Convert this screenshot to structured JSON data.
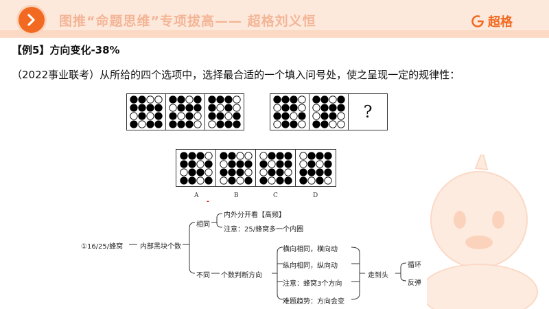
{
  "header": {
    "title": "图推“命题思维”专项拔高—— 超格刘义恒",
    "logo_text": "超格",
    "icons": [
      "chevron-right-icon",
      "logo-icon"
    ]
  },
  "example": {
    "title": "【例5】方向变化-38%",
    "question": "（2022事业联考）从所给的四个选项中，选择最合适的一个填入问号处，使之呈现一定的规律性："
  },
  "puzzle": {
    "question_mark": "?",
    "option_labels": [
      "A",
      "B",
      "C",
      "D"
    ],
    "answer_mark": "✓",
    "row1": [
      [
        [
          1,
          1,
          0,
          0
        ],
        [
          1,
          1,
          1,
          1
        ],
        [
          0,
          1,
          0,
          1
        ],
        [
          1,
          0,
          1,
          1
        ]
      ],
      [
        [
          1,
          1,
          0,
          1
        ],
        [
          0,
          1,
          1,
          1
        ],
        [
          1,
          0,
          1,
          0
        ],
        [
          1,
          1,
          1,
          0
        ]
      ],
      [
        [
          1,
          1,
          1,
          0
        ],
        [
          1,
          0,
          1,
          0
        ],
        [
          1,
          1,
          0,
          1
        ],
        [
          0,
          1,
          1,
          1
        ]
      ]
    ],
    "row2": [
      [
        [
          1,
          1,
          1,
          0
        ],
        [
          0,
          1,
          1,
          0
        ],
        [
          1,
          1,
          0,
          1
        ],
        [
          0,
          1,
          1,
          0
        ]
      ],
      [
        [
          1,
          1,
          0,
          1
        ],
        [
          0,
          1,
          1,
          1
        ],
        [
          0,
          1,
          1,
          0
        ],
        [
          1,
          1,
          0,
          0
        ]
      ]
    ],
    "options": [
      [
        [
          1,
          1,
          1,
          0
        ],
        [
          1,
          1,
          0,
          1
        ],
        [
          0,
          1,
          1,
          0
        ],
        [
          1,
          1,
          0,
          1
        ]
      ],
      [
        [
          1,
          1,
          0,
          0
        ],
        [
          0,
          1,
          1,
          1
        ],
        [
          1,
          1,
          1,
          0
        ],
        [
          0,
          1,
          0,
          1
        ]
      ],
      [
        [
          0,
          1,
          1,
          1
        ],
        [
          1,
          0,
          1,
          1
        ],
        [
          0,
          1,
          1,
          0
        ],
        [
          1,
          0,
          1,
          1
        ]
      ],
      [
        [
          0,
          1,
          1,
          1
        ],
        [
          0,
          1,
          0,
          1
        ],
        [
          1,
          1,
          1,
          1
        ],
        [
          1,
          0,
          1,
          0
        ]
      ]
    ]
  },
  "mindmap": {
    "root": "①16/25/蜂窝",
    "level1": "内部黑块个数",
    "same": "相同",
    "same_children": [
      "内外分开看【高频】",
      "注意：25/蜂窝多一个内圈"
    ],
    "diff": "不同",
    "diff_child": "个数判断方向",
    "diff_grandchildren": [
      "横向相同，横向动",
      "纵向相同，纵向动",
      "注意：蜂窝3个方向",
      "难题趋势：方向会变"
    ],
    "end": "走到头",
    "end_children": [
      "循环",
      "反弹"
    ]
  }
}
